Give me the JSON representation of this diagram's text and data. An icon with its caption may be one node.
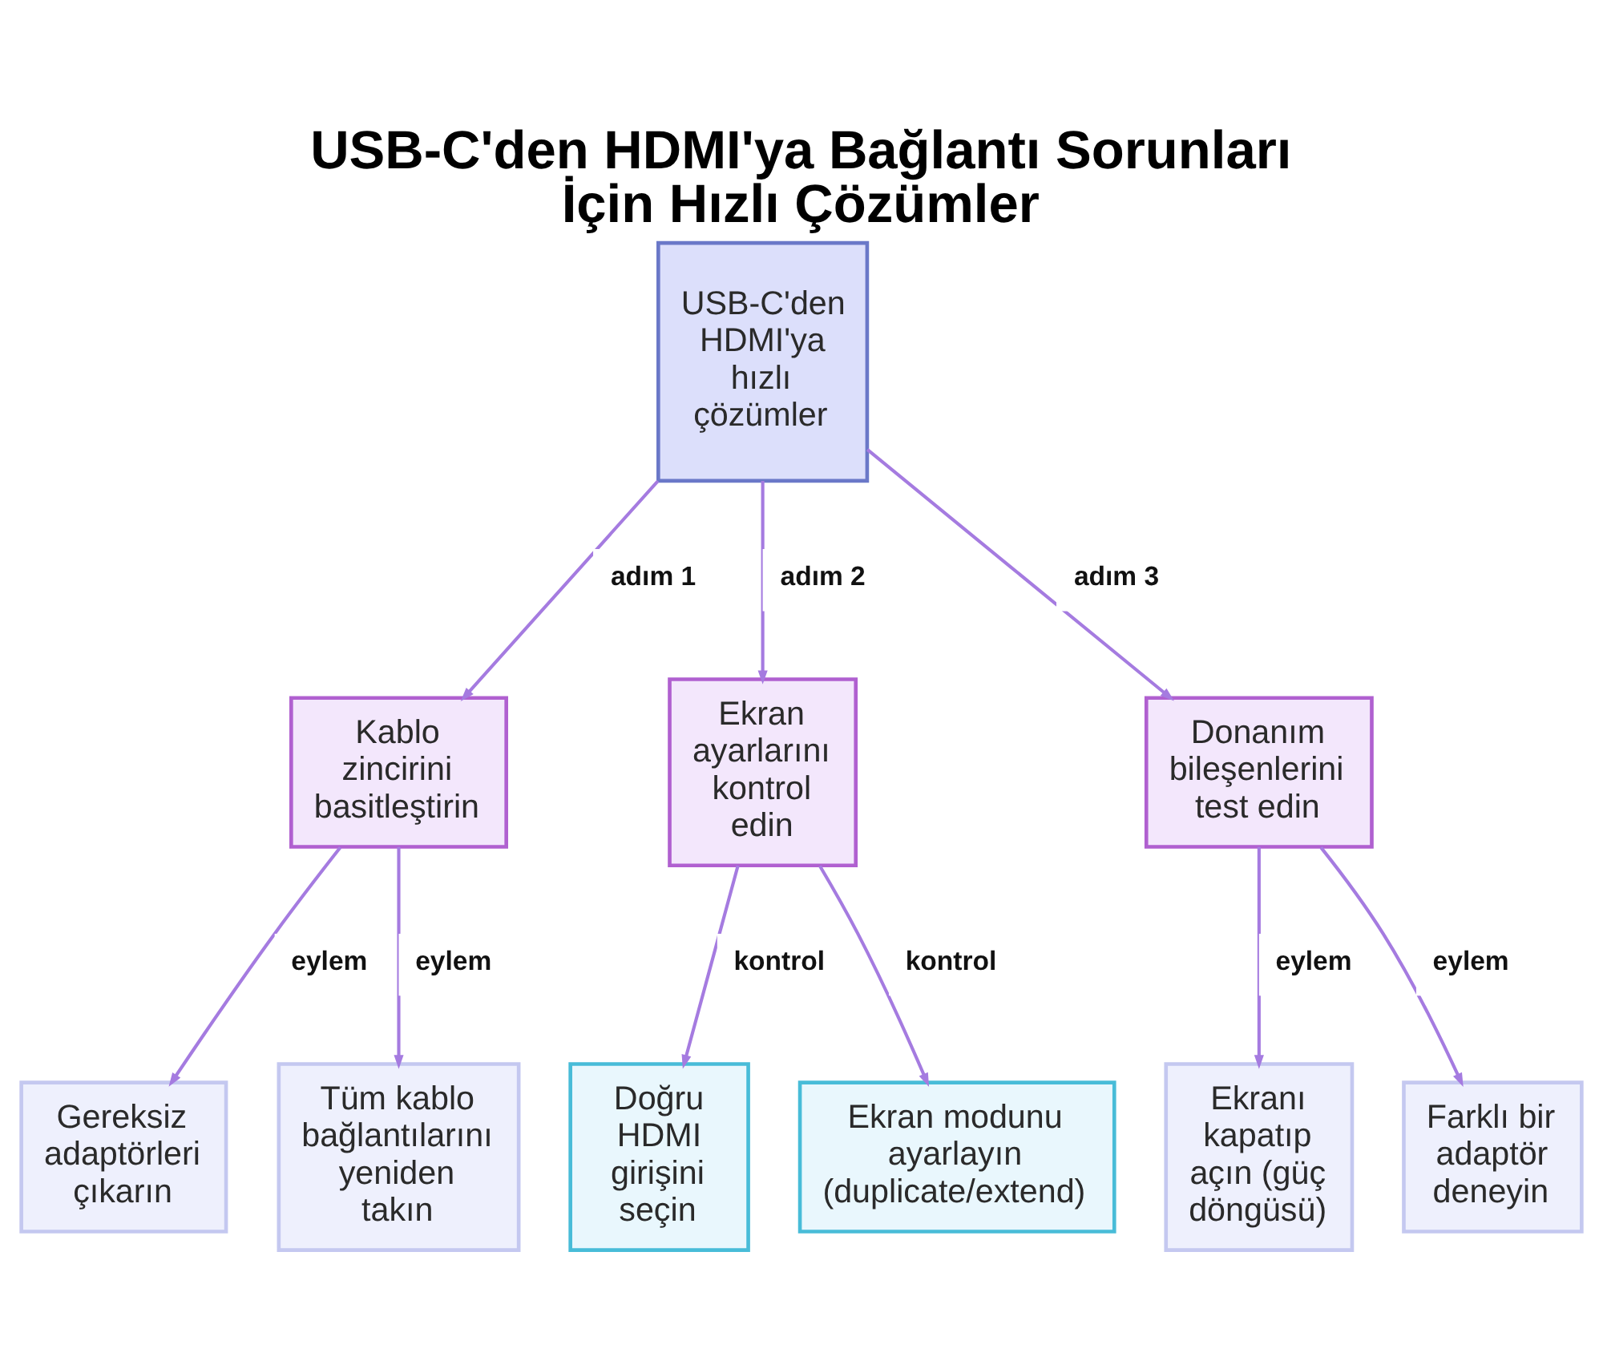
{
  "diagram": {
    "title": "USB-C'den HDMI'ya Bağlantı Sorunları İçin Hızlı Çözümler",
    "nodes": [
      {
        "text": [
          "USB-C'den HDMI'ya hızlı çözümler"
        ]
      },
      {
        "text": [
          "Kablo zincirini basitleştirin"
        ]
      },
      {
        "text": [
          "Ekran ayarlarını kontrol edin"
        ]
      },
      {
        "text": [
          "Donanım bileşenlerini test edin"
        ]
      },
      {
        "text": [
          "Gereksiz adaptörleri çıkarın"
        ]
      },
      {
        "text": [
          "Tüm kablo bağlantılarını yeniden takın"
        ]
      },
      {
        "text": [
          "Doğru HDMI girişini seçin"
        ]
      },
      {
        "text": [
          "Ekran modunu ayarlayın (duplicate/extend)"
        ]
      },
      {
        "text": [
          "Ekranı kapatıp açın (güç döngüsü)"
        ]
      },
      {
        "text": [
          "Farklı bir adaptör deneyin"
        ]
      }
    ],
    "edges": [
      {
        "from": 0,
        "to": 1,
        "arrow": "to",
        "label": "adım 1"
      },
      {
        "from": 0,
        "to": 2,
        "arrow": "to",
        "label": "adım 2"
      },
      {
        "from": 0,
        "to": 3,
        "arrow": "to",
        "label": "adım 3"
      },
      {
        "from": 1,
        "to": 4,
        "arrow": "to",
        "label": "eylem"
      },
      {
        "from": 1,
        "to": 5,
        "arrow": "to",
        "label": "eylem"
      },
      {
        "from": 2,
        "to": 6,
        "arrow": "to",
        "label": "kontrol"
      },
      {
        "from": 2,
        "to": 7,
        "arrow": "to",
        "label": "kontrol"
      },
      {
        "from": 3,
        "to": 8,
        "arrow": "to",
        "label": "eylem"
      },
      {
        "from": 3,
        "to": 9,
        "arrow": "to",
        "label": "eylem"
      }
    ]
  }
}
